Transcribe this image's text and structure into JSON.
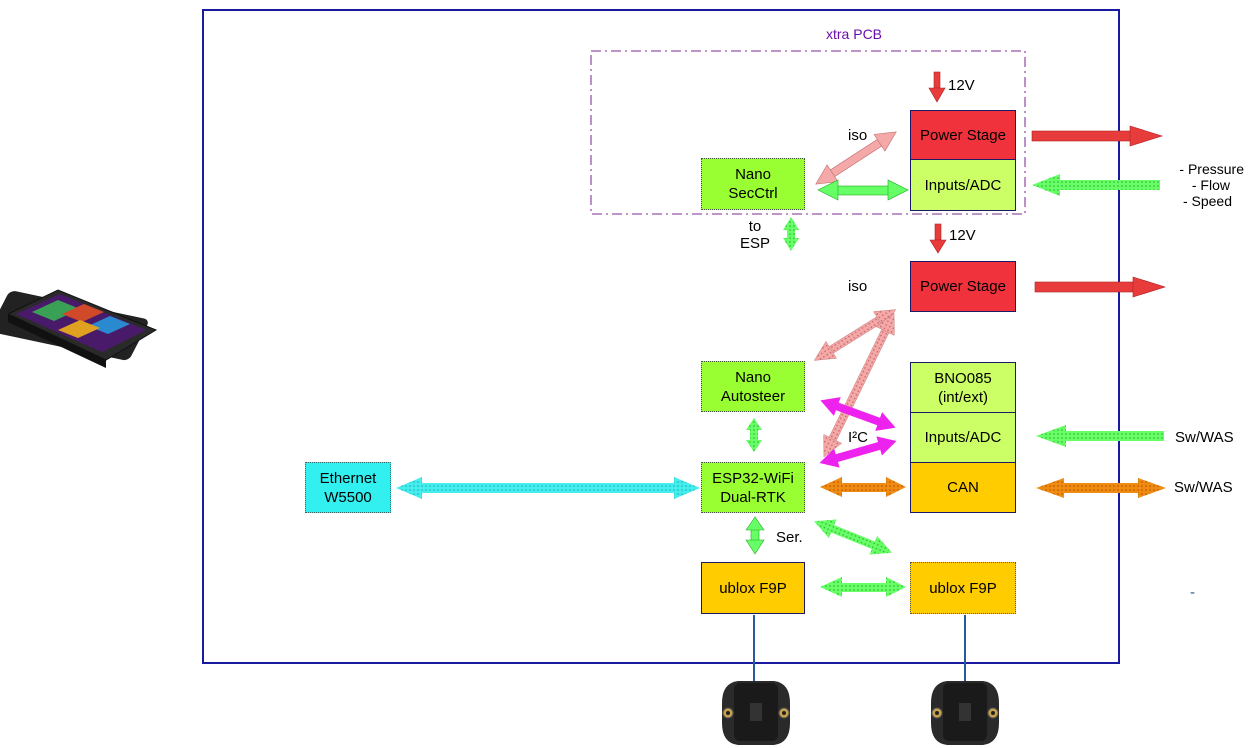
{
  "title": "xtra PCB",
  "boxes": {
    "power_stage_top": "Power Stage",
    "inputs_adc_top": "Inputs/ADC",
    "nano_secctrl": [
      "Nano",
      "SecCtrl"
    ],
    "power_stage_mid": "Power Stage",
    "nano_autosteer": [
      "Nano",
      "Autosteer"
    ],
    "bno085": [
      "BNO085",
      "(int/ext)"
    ],
    "inputs_adc_mid": "Inputs/ADC",
    "ethernet": [
      "Ethernet",
      "W5500"
    ],
    "esp32": [
      "ESP32-WiFi",
      "Dual-RTK"
    ],
    "can": "CAN",
    "ublox_left": "ublox F9P",
    "ublox_right": "ublox F9P"
  },
  "labels": {
    "v12_top": "12V",
    "v12_mid": "12V",
    "iso_top": "iso",
    "iso_mid": "iso",
    "to_esp": [
      "to",
      "ESP"
    ],
    "i2c": "I²C",
    "ser": "Ser.",
    "sensors": [
      "- Pressure",
      "- Flow",
      "- Speed"
    ],
    "swwas_1": "Sw/WAS",
    "swwas_2": "Sw/WAS",
    "dash": "-"
  },
  "colors": {
    "frame": "#1a1aa0",
    "xtra_border": "#9955aa",
    "title": "#6a0dad",
    "red_arrow": "#e83c3c",
    "pink_arrow": "#f4a8a8",
    "green_arrow": "#66ff66",
    "magenta_arrow": "#ee22ee",
    "orange_arrow": "#f08a10",
    "cyan_arrow": "#44eeee"
  },
  "icons": {
    "tablet": "tablet-icon",
    "antenna": "gnss-antenna-icon"
  }
}
